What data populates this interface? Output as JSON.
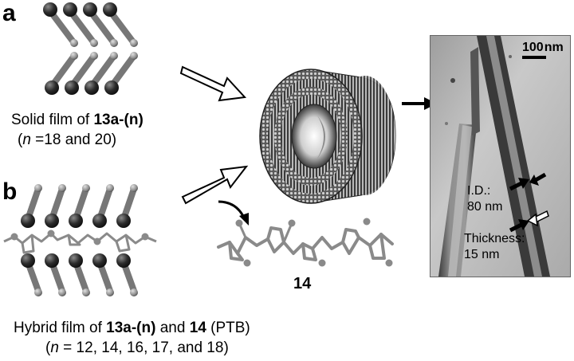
{
  "panels": {
    "a": {
      "letter": "a",
      "line1_prefix": "Solid film of ",
      "line1_compound": "13a-(n)",
      "line2_var": "n",
      "line2_text": " =18 and 20)"
    },
    "b": {
      "letter": "b",
      "line1_prefix": "Hybrid film of ",
      "line1_compound": "13a-(n)",
      "line1_mid": " and ",
      "line1_compound2": "14",
      "line1_suffix": " (PTB)",
      "line2_var": "n",
      "line2_text": " = 12, 14, 16, 17, and 18)"
    }
  },
  "polymer_label": "14",
  "tem": {
    "scale_value": "100",
    "scale_unit": "nm",
    "id_label": "I.D.:",
    "id_value": "80 nm",
    "thickness_label": "Thickness:",
    "thickness_value": "15 nm"
  },
  "colors": {
    "atom_dark": "#2b2b2b",
    "atom_light": "#9a9a9a",
    "rod": "#7a7a7a",
    "polymer": "#8a8a8a",
    "tem_bg": "#b8b8b8"
  }
}
